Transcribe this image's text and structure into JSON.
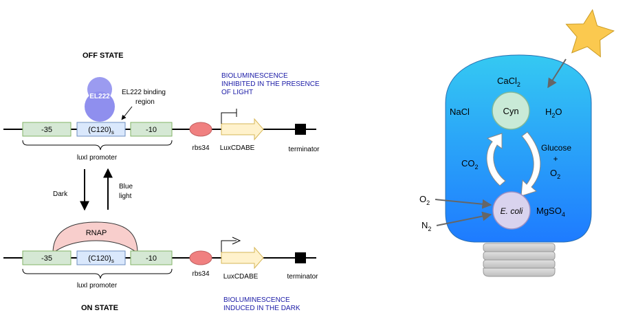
{
  "left": {
    "off_state": {
      "title": "OFF STATE",
      "box_minus35": "-35",
      "box_c120": "(C120)",
      "box_c120_sub": "s",
      "box_minus10": "-10",
      "el222": "EL222",
      "binding_label_1": "EL222 binding",
      "binding_label_2": "region",
      "rbs": "rbs34",
      "gene": "LuxCDABE",
      "terminator": "terminator",
      "promoter": "luxI promoter",
      "note_1": "BIOLUMINESCENCE",
      "note_2": "INHIBITED IN THE PRESENCE",
      "note_3": "OF LIGHT"
    },
    "transitions": {
      "dark": "Dark",
      "blue_1": "Blue",
      "blue_2": "light"
    },
    "on_state": {
      "title": "ON STATE",
      "rnap": "RNAP",
      "box_minus35": "-35",
      "box_c120": "(C120)",
      "box_c120_sub": "s",
      "box_minus10": "-10",
      "rbs": "rbs34",
      "gene": "LuxCDABE",
      "terminator": "terminator",
      "promoter": "luxI promoter",
      "note_1": "BIOLUMINESCENCE",
      "note_2": "INDUCED IN THE DARK"
    }
  },
  "right": {
    "cacl2": "CaCl",
    "cacl2_sub": "2",
    "nacl": "NaCl",
    "h2o_a": "H",
    "h2o_sub": "2",
    "h2o_b": "O",
    "cyn": "Cyn",
    "glucose": "Glucose",
    "plus": "+",
    "o2_in": "O",
    "o2_in_sub": "2",
    "co2_a": "CO",
    "co2_sub": "2",
    "ecoli": "E. coli",
    "mgso4_a": "MgSO",
    "mgso4_sub": "4",
    "o2_ext": "O",
    "o2_ext_sub": "2",
    "n2_ext": "N",
    "n2_ext_sub": "2"
  },
  "colors": {
    "box_green": "#d5e8d4",
    "box_green_border": "#82b366",
    "box_blue": "#dae8fc",
    "box_blue_border": "#6c8ebf",
    "el222": "#9b9bf0",
    "rbs": "#f08080",
    "gene_fill": "#fff2cc",
    "gene_border": "#d6b656",
    "rnap_fill": "#f8cecc",
    "rnap_border": "#333333",
    "note_text": "#1a1aa6",
    "bulb_top": "#31c7f0",
    "bulb_bottom": "#1f7fff",
    "cyn_fill": "#c9ead7",
    "ecoli_fill": "#d9d3ee",
    "star": "#fbc94f",
    "base": "#cfcfcf"
  }
}
